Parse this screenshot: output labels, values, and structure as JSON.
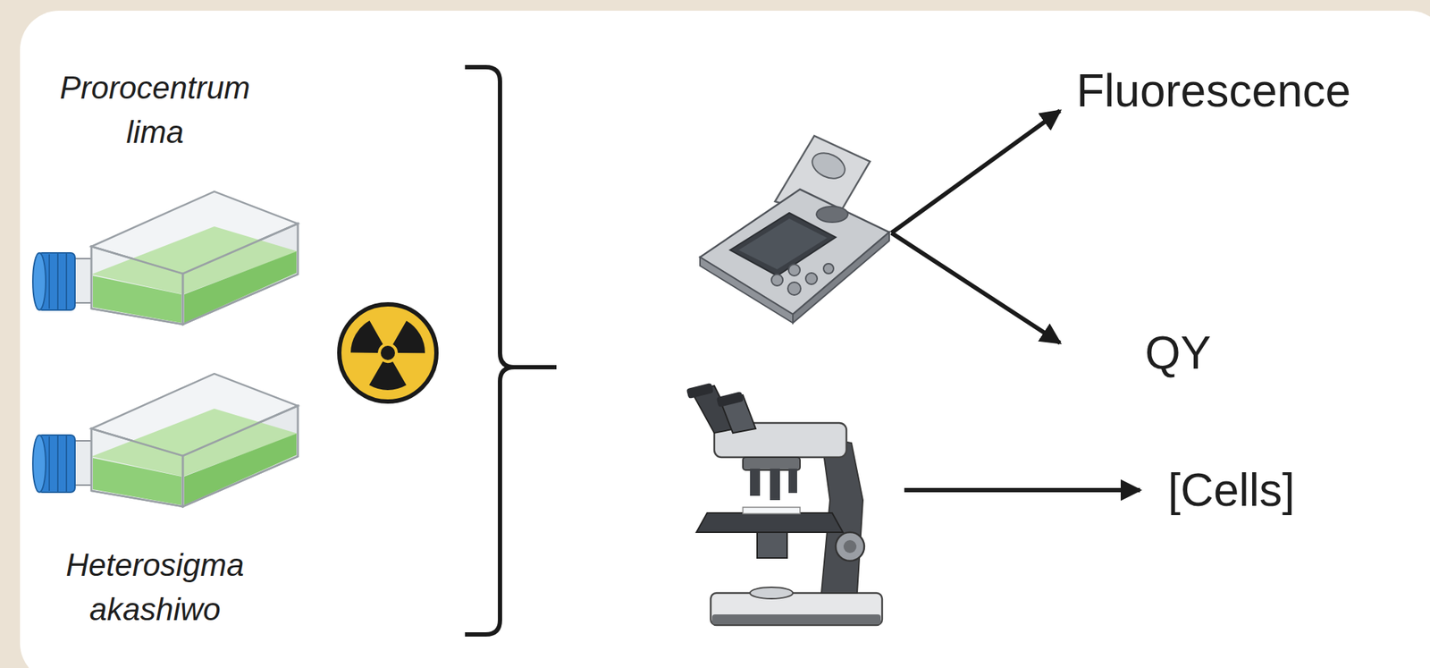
{
  "diagram": {
    "labels": [
      "Prorocentrum lima",
      "Heterosigma akashiwo",
      "Fluorescence",
      "QY",
      "[Cells]"
    ]
  }
}
